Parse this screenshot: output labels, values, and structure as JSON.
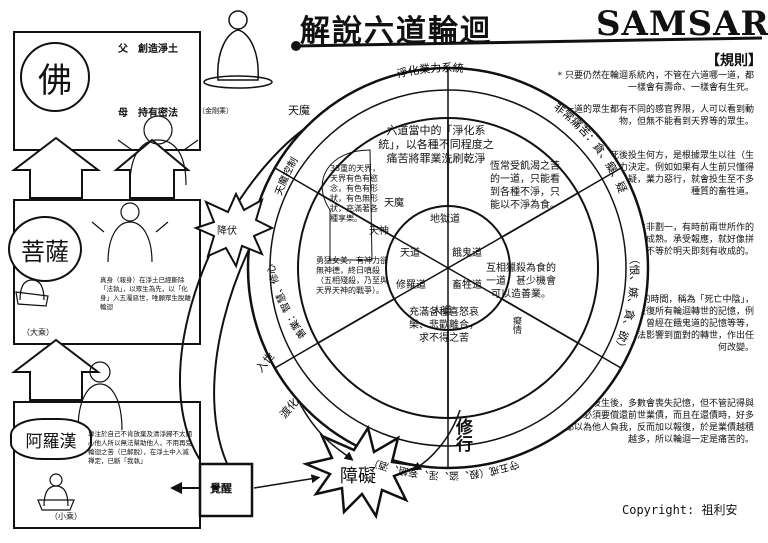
{
  "title": "解說六道輪迴",
  "title_en": "SAMSARA",
  "rules": {
    "heading": "【規則】",
    "paragraphs": [
      "* 只要仍然在輪迴系統內，不管在六道哪一道，都一樣會有壽命、一樣會有生死。",
      "每一道的眾生都有不同的感官界限，人可以看到動物，但無不能看到天界等的眾生。",
      "* 在輪迴中，死後投生何方，是根據眾生以往（生前 + 前世）業力決定。例如如果有人生前只懂得貪、瞋、癡、慢、疑，業力惡行，就會投生至不多種質的畜牲道。",
      "* 業力果報成熟時間並非劃一，有時前兩世所作的惡因，有機會今生才會成熟。承受報應，就好像拼出一樣，今天播種，並不等於明天即刻有收成的。",
      "* 死亡後直至投生前的時間，稱為「死亡中陰」，在此期間，亡者將會恢復所有輪迴轉世的記憶，例如曾經在天界的記憶，曾經在餓鬼道的記憶等等，不過雖然如此，卻無法影響到面對的轉世，作出任何改變。",
      "* 轉世投生後，多數會喪失記憶，但不管記得與否，都必須要償還前世業債，而且在還債時，好多時都以為他人負我，反而加以報復，於是業債越積越多，所以輪迴一定是痛苦的。"
    ]
  },
  "copyright": "Copyright: 祖利安",
  "left": {
    "buddha": {
      "char": "佛",
      "father": "父　創造淨土",
      "mother": "母　持有密法",
      "mother_note": "（金剛乘）"
    },
    "bodhisattva": {
      "char": "菩薩",
      "desc": "真身（報身）在淨土已經斷除「法執」，以眾生為先，以「化身」入五濁惡世，唯願眾生脫離輪迴",
      "note": "（大乘）"
    },
    "arhat": {
      "char": "阿羅漢",
      "desc": "專注於自己不肯放棄及清淨歸不太關心他人所以無法幫助他人，不用再受輪迴之苦（已解脫），在淨土中入滅禪定，已斷「我執」",
      "note": "（小乘）"
    }
  },
  "wheel": {
    "outer_arcs": {
      "heaven_top": "淨化業力系統",
      "right_upper": "非常痛苦：貪、癡、疑",
      "right_lower": "（恨、嫉、貪、欲）",
      "bottom": "守五戒（殺、盜、淫、妄語、酒）",
      "left_lower": "善業：智慧、修心",
      "left_upper": "天魔控制"
    },
    "labels": {
      "tianmo": "天魔",
      "jiangfu": "降伏",
      "ruoshi": "入世",
      "duhua": "渡化",
      "juexing": "覺醒",
      "zhangai": "障礙",
      "xiuxing": "修行",
      "tiandao_outer": "天魔",
      "tianshen": "天神",
      "nagqing": "癡情"
    },
    "center": {
      "top": "地獄道",
      "left_top": "天道",
      "right_top": "餓鬼道",
      "left_bottom": "修羅道",
      "right_bottom": "畜牲道",
      "bottom": "人道"
    },
    "sector_texts": {
      "top": "六道當中的「淨化系統」，以各種不同程度之痛苦將罪業洗刷乾淨",
      "heaven": "33重的天界，天界有色有慾念，有色有形狀，有色無形狀，充滿著各種享樂。",
      "hungry": "恆常受飢渴之苦的一道，只能看到各種不淨，只能以不淨為食。",
      "asura": "勇猛女美，有神力卻無神德，終日嗔殺（五相殘殺，乃至與天界天神的戰爭）。",
      "animal": "互相獵殺為食的一道，甚少機會可以造善業。",
      "human": "充滿各種喜怒哀樂、悲歡離合，求不得之苦"
    }
  }
}
